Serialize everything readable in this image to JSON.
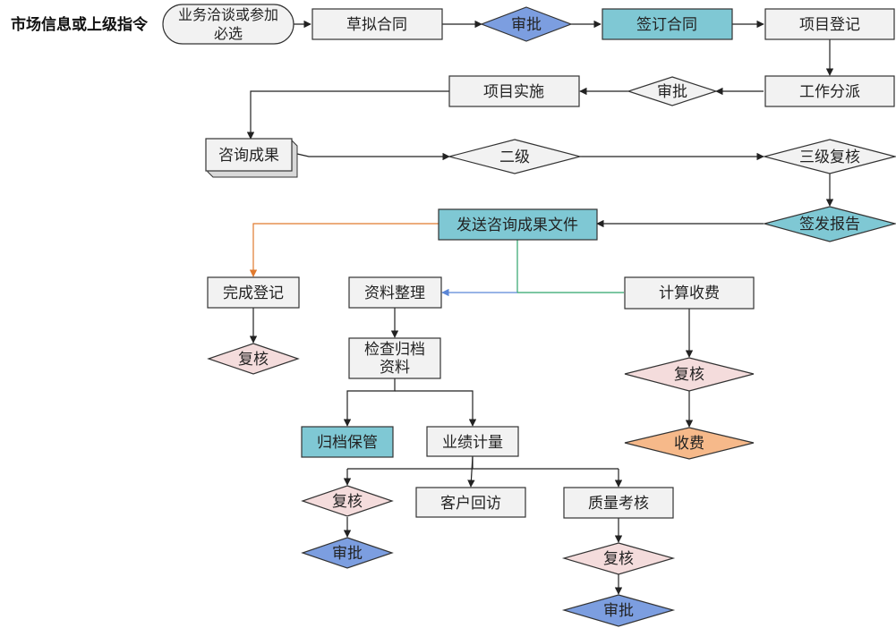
{
  "diagram": {
    "colors": {
      "box": "#f2f2f2",
      "teal": "#7fc8d4",
      "blue": "#7c9ee0",
      "pink": "#f4dcdc",
      "orange": "#f6b98a",
      "stroke": "#333333",
      "line_orange": "#e07a2e",
      "line_green": "#2fa36b",
      "line_blue": "#5b86d6"
    },
    "nodes": {
      "market": "市场信息或上级指令",
      "biz_line1": "业务洽谈或参加",
      "biz_line2": "必选",
      "draft_contract": "草拟合同",
      "approve1": "审批",
      "sign_contract": "签订合同",
      "project_register": "项目登记",
      "work_assign": "工作分派",
      "approve2": "审批",
      "project_implement": "项目实施",
      "consult_result": "咨询成果",
      "level2": "二级",
      "level3_review": "三级复核",
      "issue_report": "签发报告",
      "send_result": "发送咨询成果文件",
      "complete_register": "完成登记",
      "review_a": "复核",
      "material_organize": "资料整理",
      "check_archive_line1": "检查归档",
      "check_archive_line2": "资料",
      "archive_keep": "归档保管",
      "performance": "业绩计量",
      "review_b": "复核",
      "approve_b": "审批",
      "client_visit": "客户回访",
      "quality_check": "质量考核",
      "review_c": "复核",
      "approve_c": "审批",
      "calc_fee": "计算收费",
      "review_d": "复核",
      "collect_fee": "收费"
    }
  }
}
